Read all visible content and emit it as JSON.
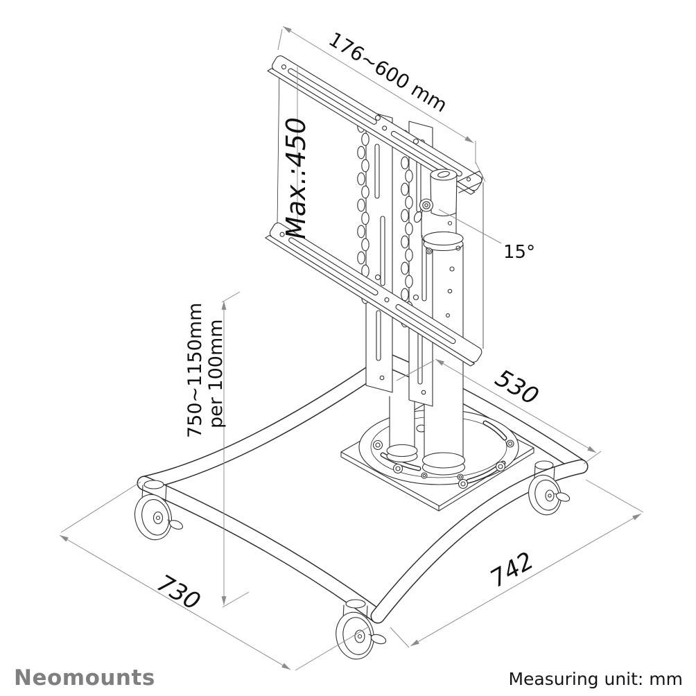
{
  "diagram": {
    "title": "mobile floor stand dimensional line drawing",
    "dimensions": {
      "mount_width": "176~600 mm",
      "max_vesa_height": "Max.:450",
      "tilt_angle": "15°",
      "height_range": "750~1150mm",
      "height_step": "per 100mm",
      "base_depth": "530",
      "base_width_front_right": "742",
      "base_width_front_left": "730"
    }
  },
  "footer": {
    "brand": "Neomounts",
    "measuring_unit_label": "Measuring unit: mm"
  },
  "colors": {
    "background": "#ffffff",
    "line_art": "#2e2e2e",
    "dimension_line": "#8c8c8c",
    "text": "#101010",
    "brand": "#7f7f7f"
  }
}
